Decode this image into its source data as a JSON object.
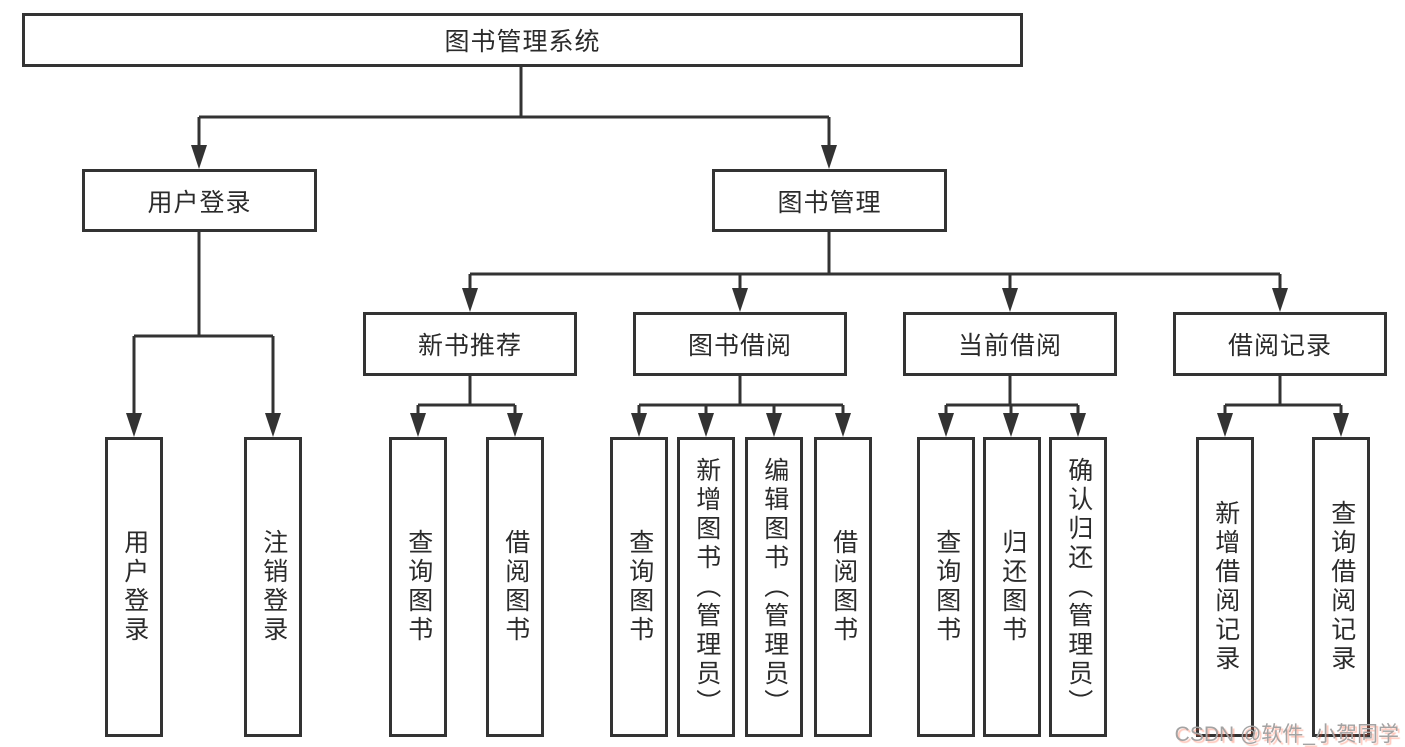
{
  "diagram": {
    "type": "hierarchy-structure-chart",
    "root": {
      "label": "图书管理系统",
      "children": [
        {
          "label": "用户登录",
          "children": [
            {
              "label": "用户登录"
            },
            {
              "label": "注销登录"
            }
          ]
        },
        {
          "label": "图书管理",
          "children": [
            {
              "label": "新书推荐",
              "children": [
                {
                  "label": "查询图书"
                },
                {
                  "label": "借阅图书"
                }
              ]
            },
            {
              "label": "图书借阅",
              "children": [
                {
                  "label": "查询图书"
                },
                {
                  "label": "新增图书（管理员）"
                },
                {
                  "label": "编辑图书（管理员）"
                },
                {
                  "label": "借阅图书"
                }
              ]
            },
            {
              "label": "当前借阅",
              "children": [
                {
                  "label": "查询图书"
                },
                {
                  "label": "归还图书"
                },
                {
                  "label": "确认归还（管理员）"
                }
              ]
            },
            {
              "label": "借阅记录",
              "children": [
                {
                  "label": "新增借阅记录"
                },
                {
                  "label": "查询借阅记录"
                }
              ]
            }
          ]
        }
      ]
    },
    "colors": {
      "line": "#333333",
      "text": "#2b2b2b",
      "background": "#ffffff",
      "watermark_text": "#a3a3a3",
      "watermark_shadow": "#fc5531"
    }
  },
  "watermark": {
    "text": "CSDN @软件_小贺同学"
  }
}
